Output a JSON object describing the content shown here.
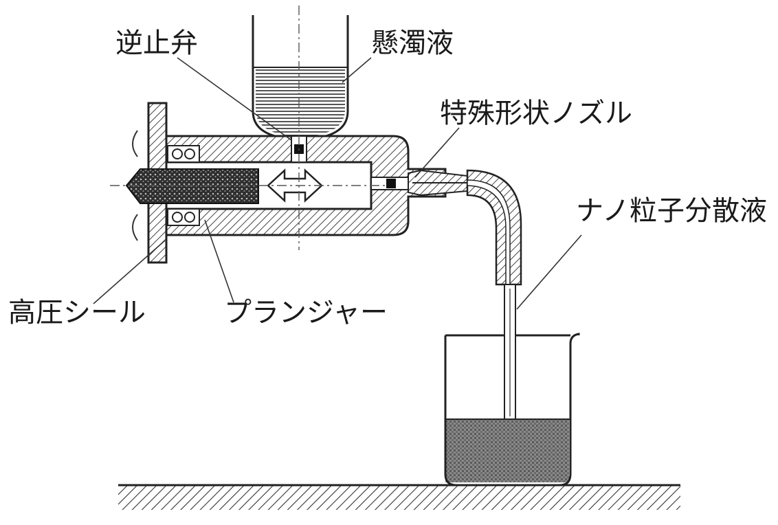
{
  "labels": {
    "check_valve": "逆止弁",
    "suspension": "懸濁液",
    "special_nozzle": "特殊形状ノズル",
    "nano_dispersion": "ナノ粒子分散液",
    "high_pressure_seal": "高圧シール",
    "plunger": "プランジャー"
  },
  "colors": {
    "line": "#222222",
    "hatch": "#444444",
    "liquid": "#6e6e6e",
    "plunger_fill": "#3a3a3a"
  },
  "icons": {
    "reciprocation_arrow": "double-arrow-icon"
  }
}
